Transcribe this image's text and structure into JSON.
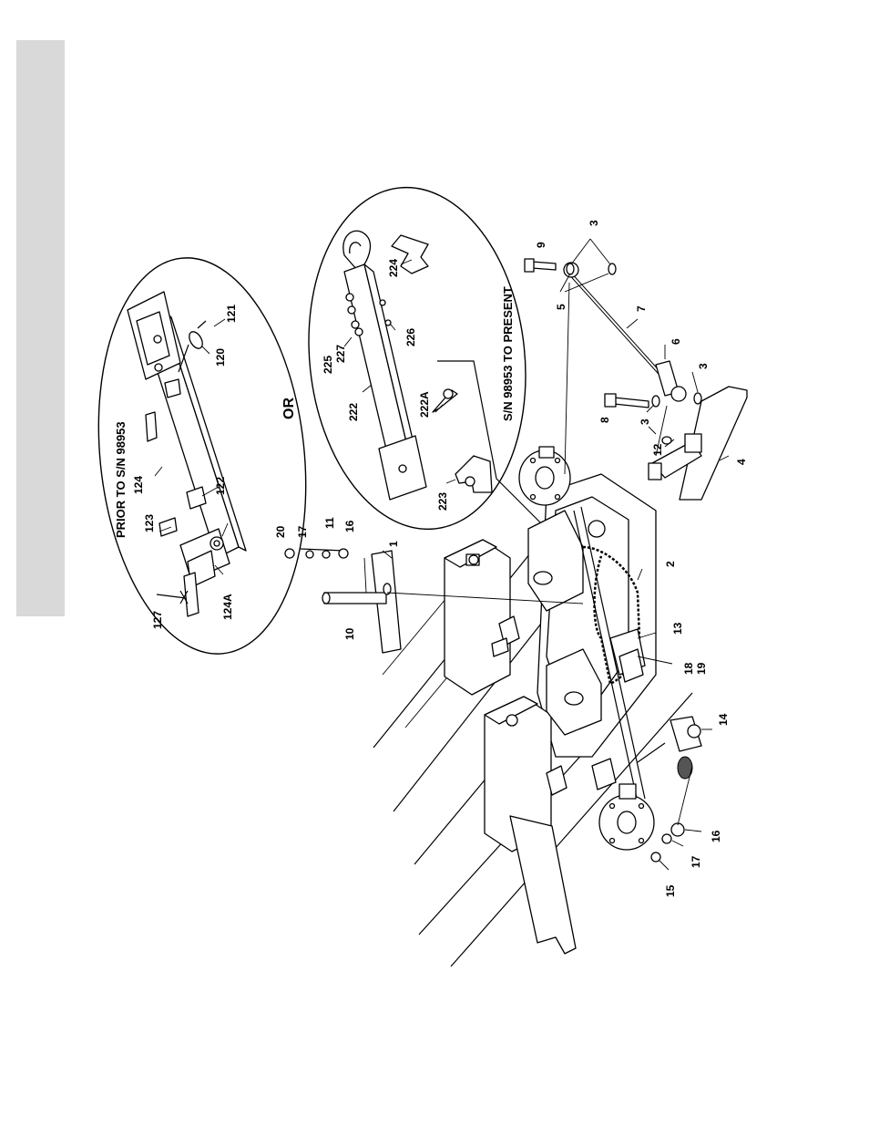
{
  "diagram": {
    "inset_prior": {
      "caption": "PRIOR TO S/N 98953",
      "labels": [
        "121",
        "120",
        "122",
        "124",
        "123",
        "127",
        "124A"
      ]
    },
    "or_text": "OR",
    "inset_present": {
      "caption": "S/N 98953 TO PRESENT",
      "labels": [
        "224",
        "225",
        "227",
        "226",
        "222",
        "222A",
        "223"
      ]
    },
    "main_labels": [
      "3",
      "9",
      "5",
      "7",
      "6",
      "3",
      "8",
      "3",
      "12",
      "4",
      "20",
      "17",
      "11",
      "16",
      "1",
      "10",
      "2",
      "13",
      "18",
      "19",
      "14",
      "16",
      "17",
      "15"
    ]
  }
}
